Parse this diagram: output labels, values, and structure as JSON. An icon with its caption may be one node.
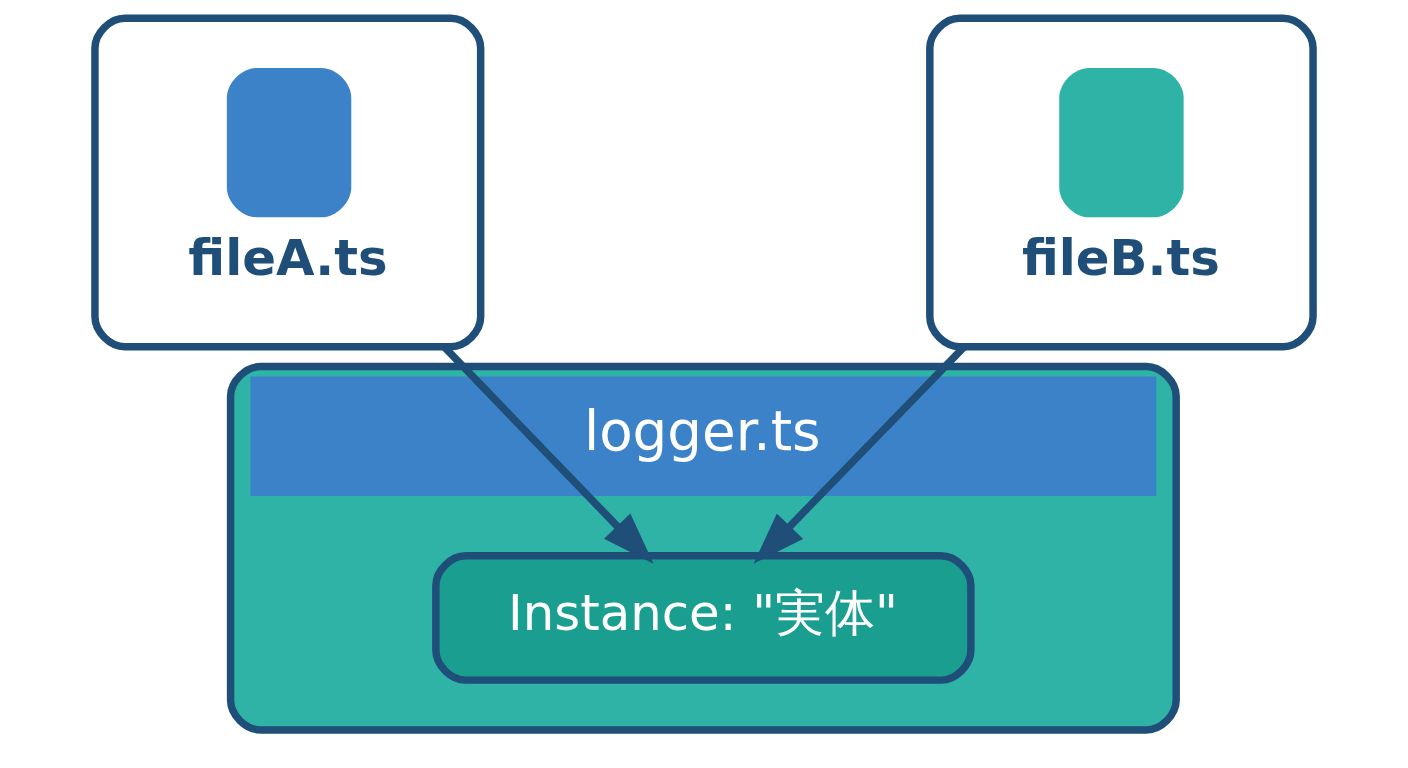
{
  "diagram": {
    "nodes": [
      {
        "text": [
          "fileA.ts"
        ]
      },
      {
        "text": [
          "fileB.ts"
        ]
      },
      {
        "text": [
          "logger.ts"
        ]
      },
      {
        "text": [
          "Instance: \"実体\""
        ],
        "in": 2
      }
    ],
    "edges": [
      {
        "from": 0,
        "to": 3,
        "arrow": "to"
      },
      {
        "from": 1,
        "to": 3,
        "arrow": "to"
      }
    ]
  }
}
